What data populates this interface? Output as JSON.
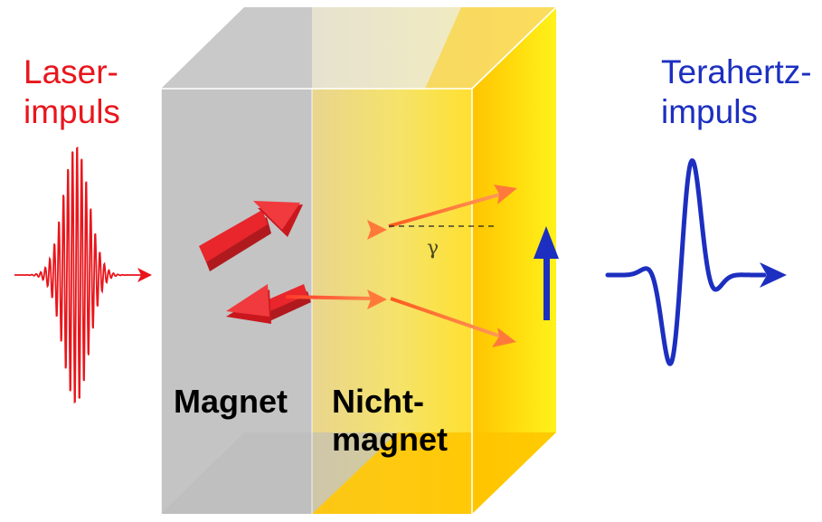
{
  "labels": {
    "laser_line1": "Laser-",
    "laser_line2": "impuls",
    "terahertz_line1": "Terahertz-",
    "terahertz_line2": "impuls",
    "magnet": "Magnet",
    "nonmagnet_line1": "Nicht-",
    "nonmagnet_line2": "magnet",
    "angle_symbol": "γ"
  },
  "colors": {
    "laser": "#e8161c",
    "terahertz": "#1c2fc0",
    "magnet_layer": "#c4c4c4",
    "nonmagnet_layer": "#ffd21a",
    "spin_arrow": "#e8262c",
    "current_arrow": "#ff7a2a",
    "charge_current_arrow": "#1c2fc0"
  }
}
